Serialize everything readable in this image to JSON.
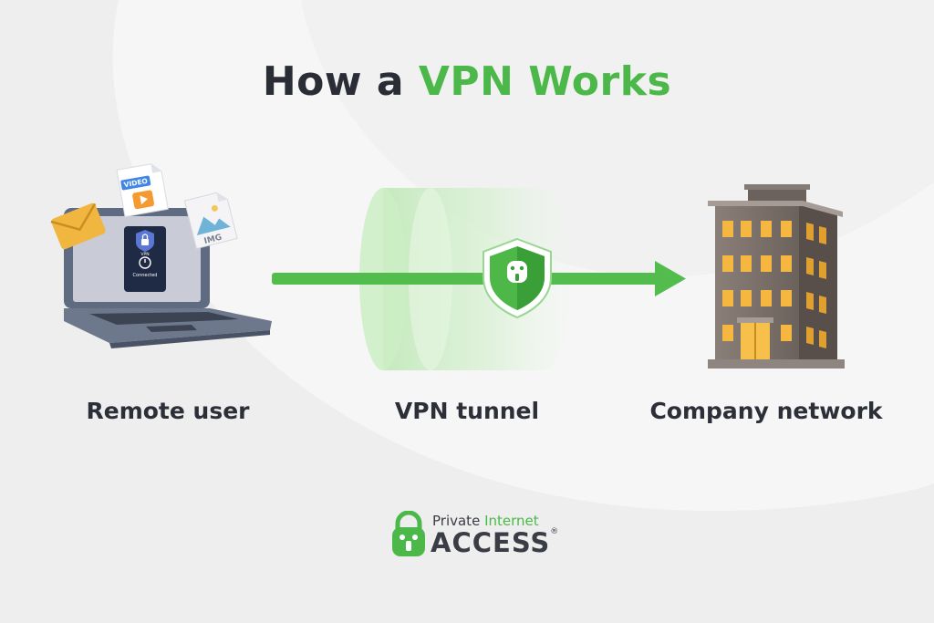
{
  "title": {
    "prefix": "How a ",
    "accent": "VPN Works"
  },
  "nodes": {
    "remote_user": "Remote user",
    "vpn_tunnel": "VPN tunnel",
    "company_network": "Company network"
  },
  "laptop": {
    "badge": "VPN",
    "status": "Connected",
    "file_video": "VIDEO",
    "file_img": "IMG"
  },
  "brand": {
    "line1_prefix": "Private ",
    "line1_accent": "Internet",
    "line2": "ACCESS",
    "registered": "®"
  },
  "colors": {
    "accent": "#4cb849",
    "text": "#2a2d36",
    "background": "#eeeeee"
  }
}
